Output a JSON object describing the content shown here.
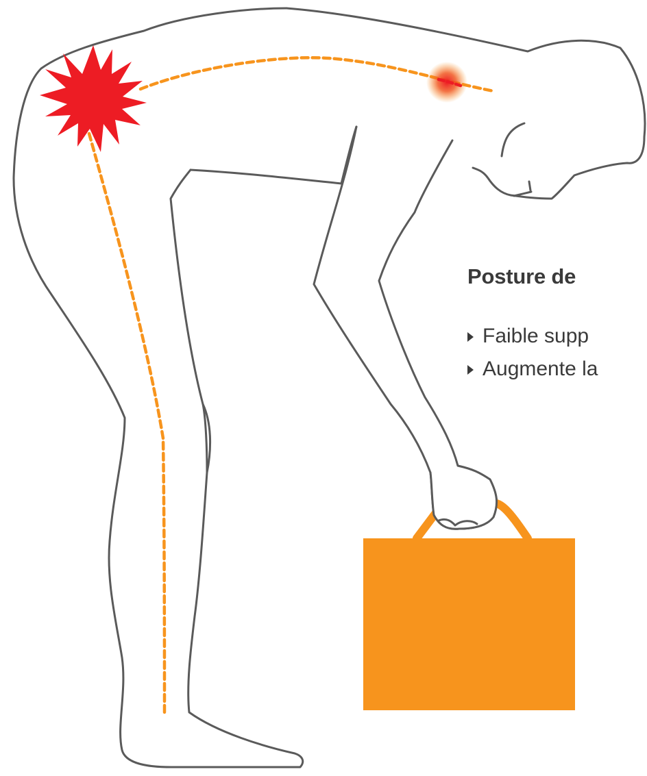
{
  "heading": "Posture de",
  "bullets": [
    {
      "text": "Faible supp"
    },
    {
      "text": "Augmente la"
    }
  ],
  "colors": {
    "outline": "#5a5a5a",
    "spine_line": "#f7941d",
    "briefcase": "#f7941d",
    "pain_burst": "#ed1c24",
    "neck_glow": "#f15a24",
    "text": "#3a3a3a"
  },
  "icons": {
    "pain": "red-star-burst-icon",
    "neck_pain": "glowing-dot-icon",
    "bullet": "right-triangle-bullet-icon"
  }
}
